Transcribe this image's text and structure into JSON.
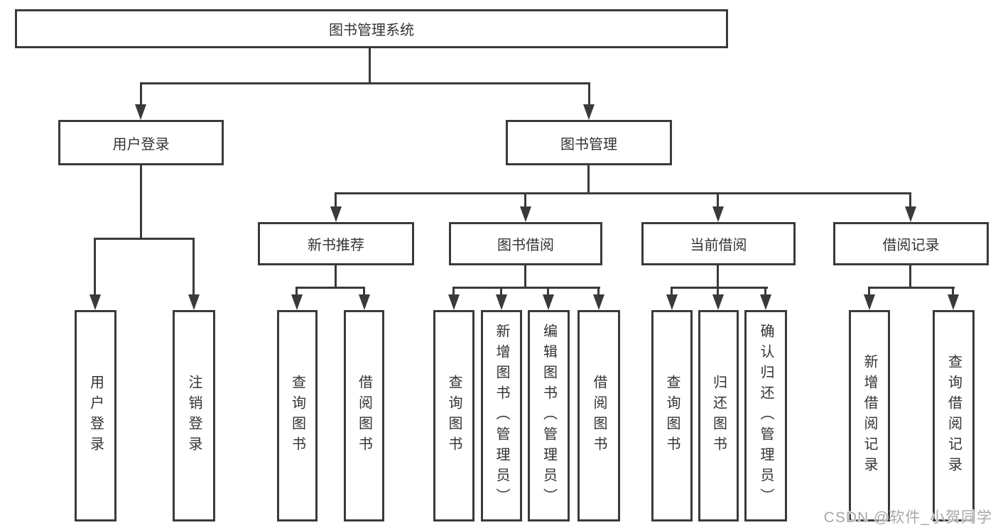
{
  "tree": {
    "root": {
      "label": "图书管理系统"
    },
    "level2": [
      {
        "label": "用户登录",
        "children": [
          {
            "label": "用户登录"
          },
          {
            "label": "注销登录"
          }
        ]
      },
      {
        "label": "图书管理",
        "children": [
          {
            "label": "新书推荐",
            "children": [
              {
                "label": "查询图书"
              },
              {
                "label": "借阅图书"
              }
            ]
          },
          {
            "label": "图书借阅",
            "children": [
              {
                "label": "查询图书"
              },
              {
                "label": "新增图书（管理员）"
              },
              {
                "label": "编辑图书（管理员）"
              },
              {
                "label": "借阅图书"
              }
            ]
          },
          {
            "label": "当前借阅",
            "children": [
              {
                "label": "查询图书"
              },
              {
                "label": "归还图书"
              },
              {
                "label": "确认归还（管理员）"
              }
            ]
          },
          {
            "label": "借阅记录",
            "children": [
              {
                "label": "新增借阅记录"
              },
              {
                "label": "查询借阅记录"
              }
            ]
          }
        ]
      }
    ]
  },
  "watermark": {
    "text": "CSDN @软件_小贺同学"
  },
  "colors": {
    "line": "#3a3a3a",
    "text": "#333333",
    "background": "#ffffff",
    "watermark": "#a8a8a8"
  }
}
